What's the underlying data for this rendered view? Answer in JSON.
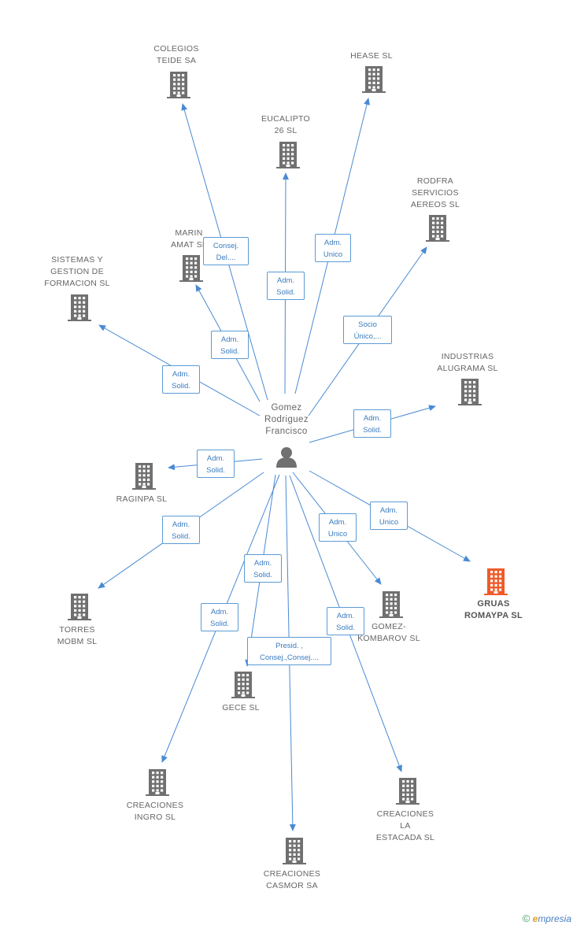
{
  "center": {
    "label": "Gomez\nRodriguez\nFrancisco"
  },
  "nodes": [
    {
      "id": "colegios",
      "label": "COLEGIOS\nTEIDE SA",
      "highlight": false
    },
    {
      "id": "hease",
      "label": "HEASE SL",
      "highlight": false
    },
    {
      "id": "eucalipto",
      "label": "EUCALIPTO\n26 SL",
      "highlight": false
    },
    {
      "id": "rodfra",
      "label": "RODFRA\nSERVICIOS\nAEREOS SL",
      "highlight": false
    },
    {
      "id": "marin",
      "label": "MARIN\nAMAT SL",
      "highlight": false
    },
    {
      "id": "sistemas",
      "label": "SISTEMAS Y\nGESTION DE\nFORMACION SL",
      "highlight": false
    },
    {
      "id": "industrias",
      "label": "INDUSTRIAS\nALUGRAMA  SL",
      "highlight": false
    },
    {
      "id": "raginpa",
      "label": "RAGINPA SL",
      "highlight": false
    },
    {
      "id": "gruas",
      "label": "GRUAS\nROMAYPA  SL",
      "highlight": true
    },
    {
      "id": "torres",
      "label": "TORRES\nMOBM SL",
      "highlight": false
    },
    {
      "id": "gomez",
      "label": "GOMEZ-\nKOMBAROV SL",
      "highlight": false
    },
    {
      "id": "gece",
      "label": "GECE SL",
      "highlight": false
    },
    {
      "id": "ingro",
      "label": "CREACIONES\nINGRO SL",
      "highlight": false
    },
    {
      "id": "estacada",
      "label": "CREACIONES\nLA\nESTACADA  SL",
      "highlight": false
    },
    {
      "id": "casmor",
      "label": "CREACIONES\nCASMOR SA",
      "highlight": false
    }
  ],
  "edges": [
    {
      "to": "colegios",
      "label": "Consej.\nDel...."
    },
    {
      "to": "eucalipto",
      "label": "Adm.\nSolid."
    },
    {
      "to": "hease",
      "label": "Adm.\nUnico"
    },
    {
      "to": "rodfra",
      "label": "Socio\nÚnico,..."
    },
    {
      "to": "marin",
      "label": "Adm.\nSolid."
    },
    {
      "to": "sistemas",
      "label": "Adm.\nSolid."
    },
    {
      "to": "industrias",
      "label": "Adm.\nSolid."
    },
    {
      "to": "raginpa",
      "label": "Adm.\nSolid."
    },
    {
      "to": "gruas",
      "label": "Adm.\nUnico"
    },
    {
      "to": "torres",
      "label": "Adm.\nSolid."
    },
    {
      "to": "gomez",
      "label": "Adm.\nUnico"
    },
    {
      "to": "gece",
      "label": "Adm.\nSolid."
    },
    {
      "to": "ingro",
      "label": "Adm.\nSolid."
    },
    {
      "to": "casmor",
      "label": "Presid. ,\nConsej.,Consej...."
    },
    {
      "to": "estacada",
      "label": "Adm.\nSolid."
    }
  ],
  "colors": {
    "edge": "#4a8ad4",
    "building": "#707070",
    "highlight": "#f05a28"
  },
  "footer": {
    "copyright": "©",
    "brand_e": "e",
    "brand_rest": "mpresia"
  }
}
